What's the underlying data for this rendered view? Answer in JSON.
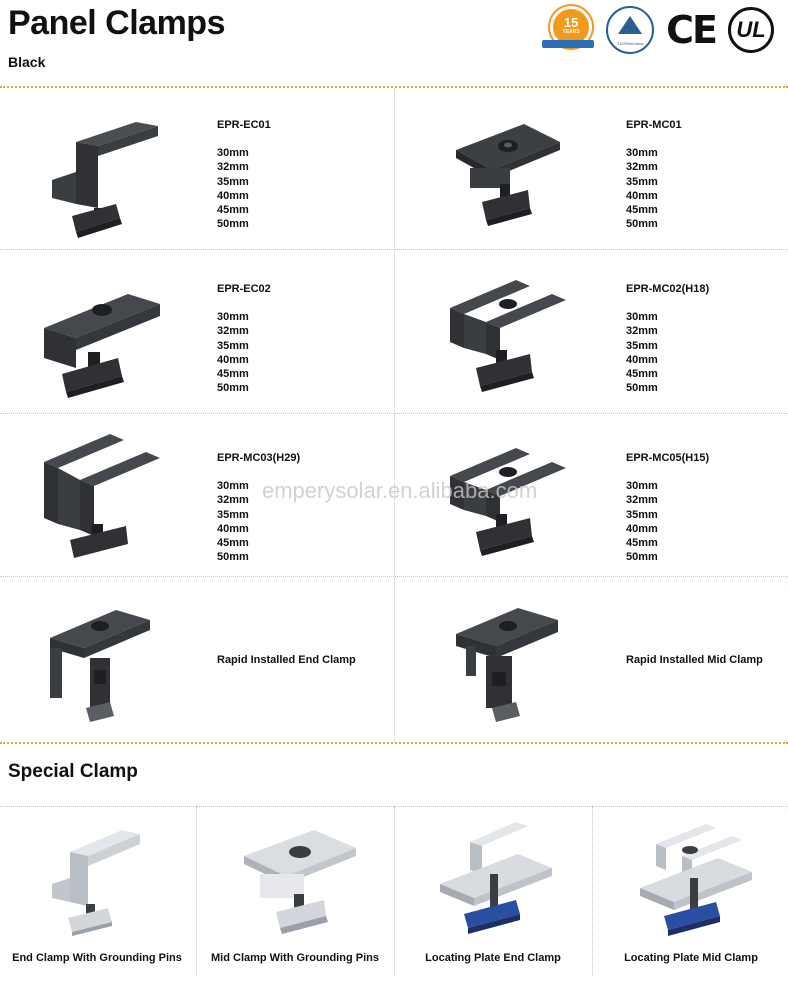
{
  "header": {
    "title": "Panel Clamps",
    "subtitle": "Black",
    "certs": {
      "badge_number": "15",
      "badge_text": "YEARS",
      "tuv_text": "TÜVRheinland",
      "ce_text": "CE",
      "ul_text": "UL"
    }
  },
  "products": [
    {
      "code": "EPR-EC01",
      "sizes": [
        "30mm",
        "32mm",
        "35mm",
        "40mm",
        "45mm",
        "50mm"
      ]
    },
    {
      "code": "EPR-MC01",
      "sizes": [
        "30mm",
        "32mm",
        "35mm",
        "40mm",
        "45mm",
        "50mm"
      ]
    },
    {
      "code": "EPR-EC02",
      "sizes": [
        "30mm",
        "32mm",
        "35mm",
        "40mm",
        "45mm",
        "50mm"
      ]
    },
    {
      "code": "EPR-MC02(H18)",
      "sizes": [
        "30mm",
        "32mm",
        "35mm",
        "40mm",
        "45mm",
        "50mm"
      ]
    },
    {
      "code": "EPR-MC03(H29)",
      "sizes": [
        "30mm",
        "32mm",
        "35mm",
        "40mm",
        "45mm",
        "50mm"
      ]
    },
    {
      "code": "EPR-MC05(H15)",
      "sizes": [
        "30mm",
        "32mm",
        "35mm",
        "40mm",
        "45mm",
        "50mm"
      ]
    }
  ],
  "rapid": {
    "end_label": "Rapid  Installed End Clamp",
    "mid_label": "Rapid  Installed Mid Clamp"
  },
  "watermark": "emperysolar.en.alibaba.com",
  "special": {
    "title": "Special Clamp",
    "items": [
      "End Clamp With Grounding Pins",
      "Mid Clamp With Grounding Pins",
      "Locating Plate End Clamp",
      "Locating Plate Mid Clamp"
    ]
  },
  "colors": {
    "divider": "#e8a045",
    "clamp_black": "#2f3135",
    "clamp_silver": "#c9cdd3",
    "accent_blue": "#2a4fa0",
    "badge_orange": "#f39a1c"
  }
}
